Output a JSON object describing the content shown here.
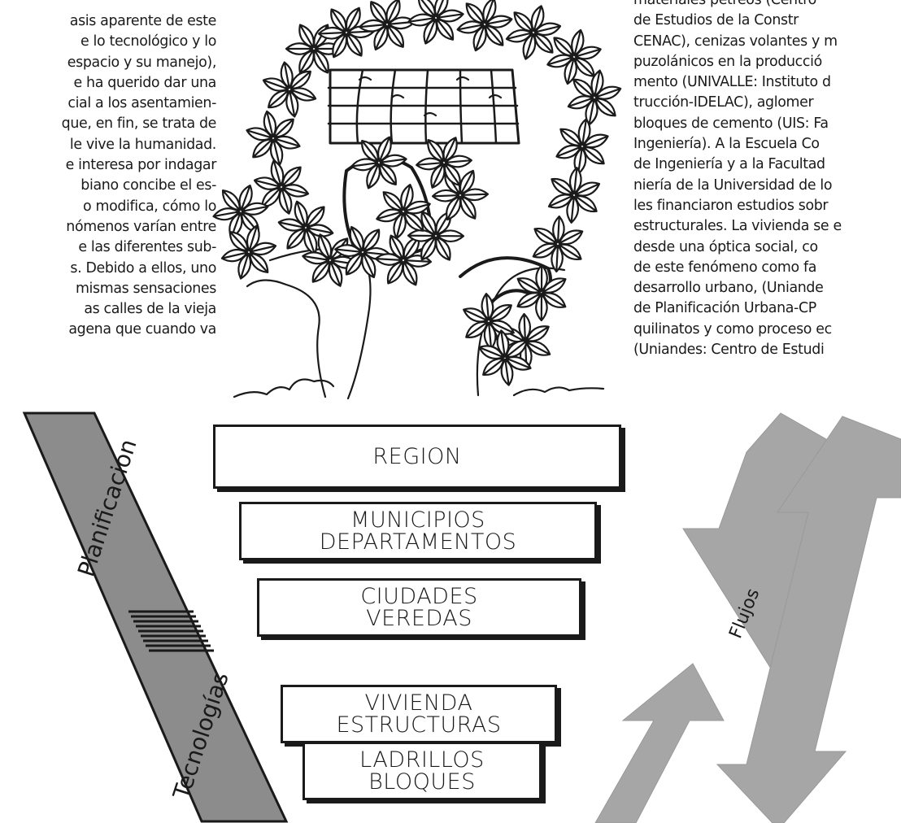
{
  "left_column": [
    "asis aparente de este",
    "e lo tecnológico y lo",
    "espacio y su manejo),",
    "e ha querido dar una",
    "cial a los asentamien-",
    "que, en fin, se trata de",
    "le vive la humanidad.",
    "e interesa por indagar",
    "biano concibe el es-",
    "o modifica, cómo lo",
    "nómenos varían entre",
    "e las diferentes sub-",
    "s. Debido a ellos, uno",
    "mismas sensaciones",
    "as calles de la vieja",
    "agena que cuando va"
  ],
  "right_column": [
    "materiales pétreos (Centro",
    "de Estudios de la Constr",
    "CENAC), cenizas volantes y m",
    "puzolánicos en la producció",
    "mento (UNIVALLE: Instituto d",
    "trucción-IDELAC), aglomer",
    "bloques de cemento (UIS: Fa",
    "Ingeniería). A la Escuela Co",
    "de Ingeniería y a la Facultad",
    "niería de la Universidad de lo",
    "les financiaron estudios sobr",
    "estructurales. La vivienda se e",
    "desde una óptica social, co",
    "de este fenómeno como fa",
    "desarrollo urbano, (Uniande",
    "de Planificación Urbana-CP",
    "quilinatos y como proceso ec",
    "(Uniandes: Centro de Estudi"
  ],
  "scheme": {
    "levels": [
      {
        "line1": "REGION",
        "line2": ""
      },
      {
        "line1": "MUNICIPIOS",
        "line2": "DEPARTAMENTOS"
      },
      {
        "line1": "CIUDADES",
        "line2": "VEREDAS"
      },
      {
        "line1": "VIVIENDA",
        "line2": "ESTRUCTURAS"
      },
      {
        "line1": "LADRILLOS",
        "line2": "BLOQUES"
      }
    ],
    "bar_top_label": "Planificación",
    "bar_bottom_label": "Tecnologías",
    "arrows_label": "Flujos"
  },
  "illustration": {
    "icon": "house-overgrown-with-leaves-illustration"
  },
  "colors": {
    "ink": "#1a1a1a",
    "gray_fill": "#8c8c8c",
    "arrow_fill": "#a6a6a6"
  }
}
